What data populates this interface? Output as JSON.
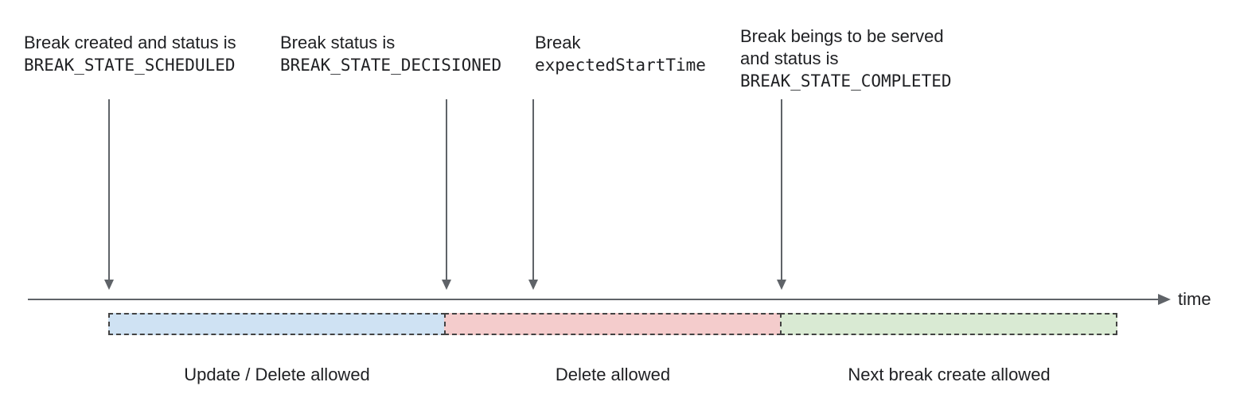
{
  "annotations": [
    {
      "line1": "Break created and status is",
      "line2": "BREAK_STATE_SCHEDULED"
    },
    {
      "line1": "Break status is",
      "line2": "BREAK_STATE_DECISIONED"
    },
    {
      "line1": "Break",
      "line2": "expectedStartTime"
    },
    {
      "line1": "Break beings to be served",
      "line2": "and status is",
      "line3": "BREAK_STATE_COMPLETED"
    }
  ],
  "timeline": {
    "axis_label": "time"
  },
  "segments": [
    {
      "label": "Update / Delete allowed",
      "fill": "#cfe2f3"
    },
    {
      "label": "Delete allowed",
      "fill": "#f4cccc"
    },
    {
      "label": "Next break create allowed",
      "fill": "#d9ead3"
    }
  ],
  "colors": {
    "arrow": "#5f6368",
    "segment_border": "#434343",
    "text": "#202124"
  }
}
